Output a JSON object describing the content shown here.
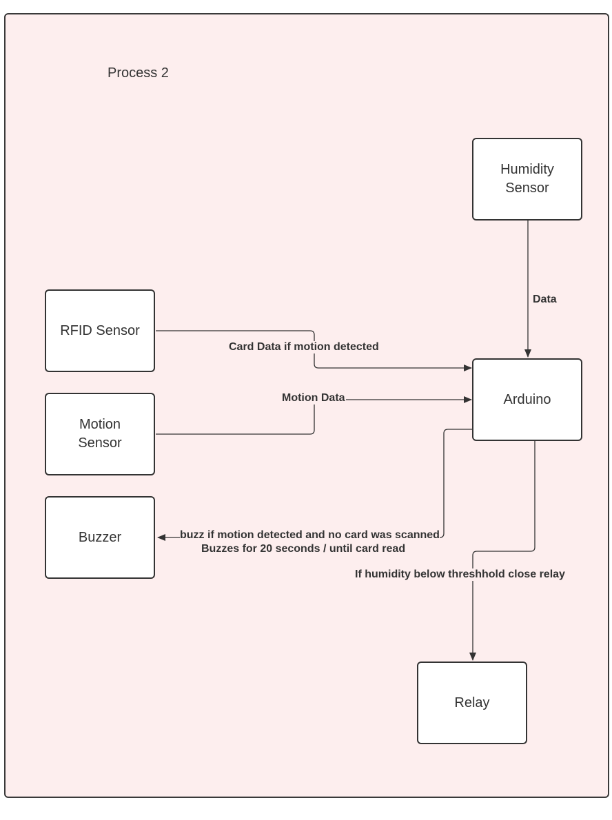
{
  "title": "Process 2",
  "nodes": {
    "humidity": [
      "Humidity",
      "Sensor"
    ],
    "rfid": "RFID Sensor",
    "motion": [
      "Motion",
      "Sensor"
    ],
    "arduino": "Arduino",
    "buzzer": "Buzzer",
    "relay": "Relay"
  },
  "edges": {
    "humidity_data": "Data",
    "card_data": "Card Data if  motion detected",
    "motion_data": "Motion Data",
    "buzz_line1": "buzz if motion detected and no card was scanned",
    "buzz_line2": "Buzzes for 20 seconds / until card read",
    "relay_close": "If humidity below threshhold close relay"
  },
  "colors": {
    "background": "#fdeeee",
    "stroke": "#333333",
    "box": "#ffffff"
  }
}
